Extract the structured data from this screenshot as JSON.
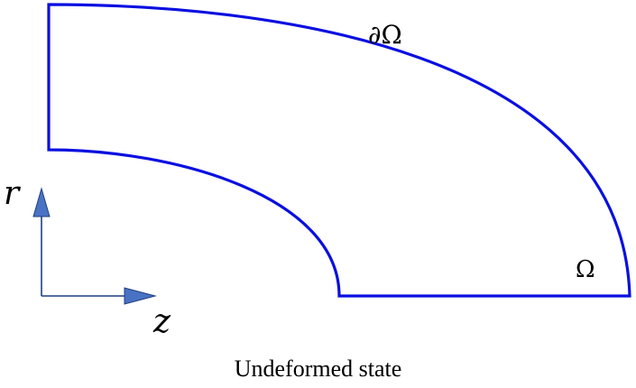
{
  "labels": {
    "boundary": "∂Ω",
    "domain": "Ω",
    "axis_r": "r",
    "axis_z": "z"
  },
  "caption": "Undeformed state",
  "colors": {
    "region_outline": "#0a10e0",
    "axis_line": "#1c3f7f",
    "axis_arrowhead": "#4a72c4",
    "text": "#000000"
  }
}
